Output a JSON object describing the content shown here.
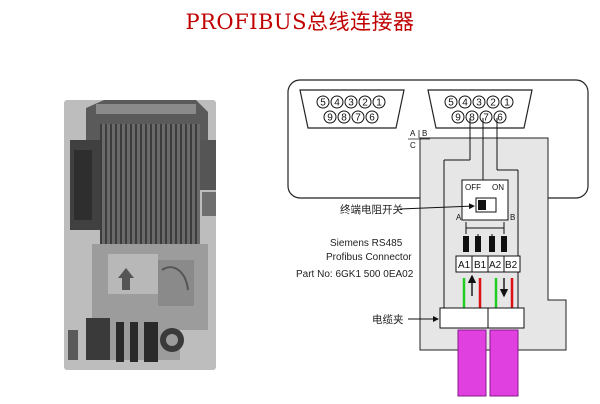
{
  "title": "PROFIBUS总线连接器",
  "connector_info": {
    "line1": "Siemens RS485",
    "line2": "Profibus Connector",
    "part_no": "Part No: 6GK1 500 0EA02"
  },
  "labels": {
    "termination_switch": "终端电阻开关",
    "cable_clamp": "电缆夹"
  },
  "switch": {
    "off": "OFF",
    "on": "ON"
  },
  "side_labels": {
    "a_top": "A",
    "b_top": "B",
    "c_top": "C",
    "a_mid": "A",
    "b_mid": "B"
  },
  "sub_d_left": {
    "top_row": [
      "5",
      "4",
      "3",
      "2",
      "1"
    ],
    "bottom_row": [
      "9",
      "8",
      "7",
      "6"
    ]
  },
  "sub_d_right": {
    "top_row": [
      "5",
      "4",
      "3",
      "2",
      "1"
    ],
    "bottom_row": [
      "9",
      "8",
      "7",
      "6"
    ]
  },
  "terminals": [
    "A1",
    "B1",
    "A2",
    "B2"
  ],
  "colors": {
    "title": "#c00000",
    "wire_green": "#22cc22",
    "wire_red": "#dd1111",
    "cable_magenta": "#e040e0",
    "board": "#e6e6e6"
  }
}
